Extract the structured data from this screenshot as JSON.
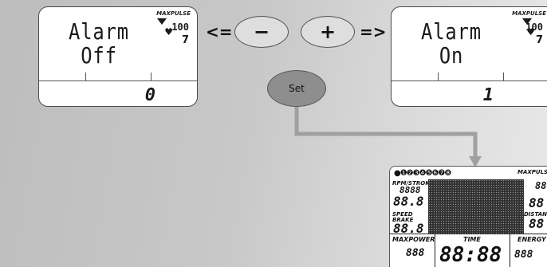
{
  "left_display": {
    "line1": "Alarm",
    "line2": "Off",
    "value": "0",
    "maxpulse_label": "MAXPULSE",
    "percent_value": "100",
    "zone_value": "7"
  },
  "right_display": {
    "line1": "Alarm",
    "line2": "On",
    "value": "1",
    "maxpulse_label": "MAXPULSE",
    "percent_value": "100",
    "zone_value": "7"
  },
  "controls": {
    "left_arrow": "<=",
    "minus_label": "−",
    "plus_label": "+",
    "right_arrow": "=>",
    "set_label": "Set"
  },
  "console": {
    "icons": "●❶❷❸❹❺❻❼❽",
    "rpm_label": "RPM/STROKES",
    "rpm_digits": "8888",
    "speed_label": "SPEED",
    "brake_label": "BRAKE",
    "left_digits": "88.8",
    "maxpulse_label": "MAXPULS",
    "right_digits_top": "88",
    "distance_label": "DISTANCE",
    "distance_digits": "88",
    "maxpower_label": "MAXPOWER",
    "time_label": "TIME",
    "time_digits": "88:88",
    "energy_label": "ENERGY",
    "power_digits": "888",
    "energy_digits": "888"
  },
  "colors": {
    "connector": "#a0a0a0",
    "set_button": "#8e8e8e",
    "pill_button": "#dedede"
  }
}
